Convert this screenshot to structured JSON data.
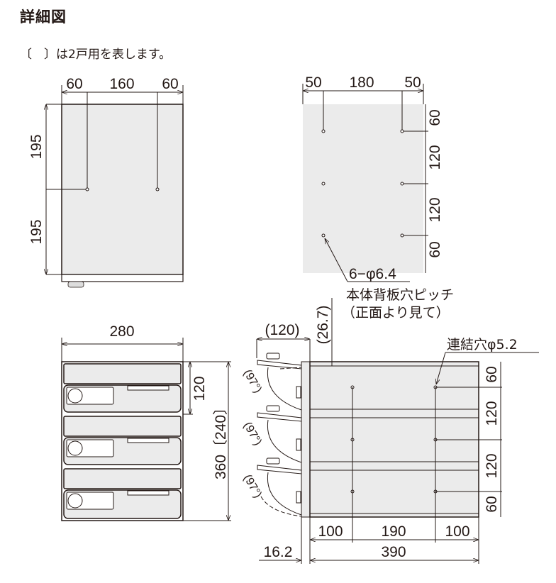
{
  "header": {
    "title": "詳細図",
    "note": "〔　〕は2戸用を表します。"
  },
  "side_view": {
    "top_dims": [
      "60",
      "160",
      "60"
    ],
    "left_dims": [
      "195",
      "195"
    ]
  },
  "back_view": {
    "top_dims": [
      "50",
      "180",
      "50"
    ],
    "right_dims": [
      "60",
      "120",
      "120",
      "60"
    ],
    "hole_label": "6−φ6.4",
    "hole_desc": "本体背板穴ピッチ",
    "hole_note": "（正面より見て）"
  },
  "front_view": {
    "width": "280",
    "unit_height": "120",
    "total_height": "360〔240〕"
  },
  "top_view": {
    "door_open": "(120)",
    "offset": "(26.7)",
    "angle": "(97°)",
    "joint_hole": "連結穴φ5.2",
    "right_dims": [
      "60",
      "120",
      "120",
      "60"
    ],
    "bottom_dims": [
      "100",
      "190",
      "100"
    ],
    "total_width": "390",
    "side_offset": "16.2"
  }
}
